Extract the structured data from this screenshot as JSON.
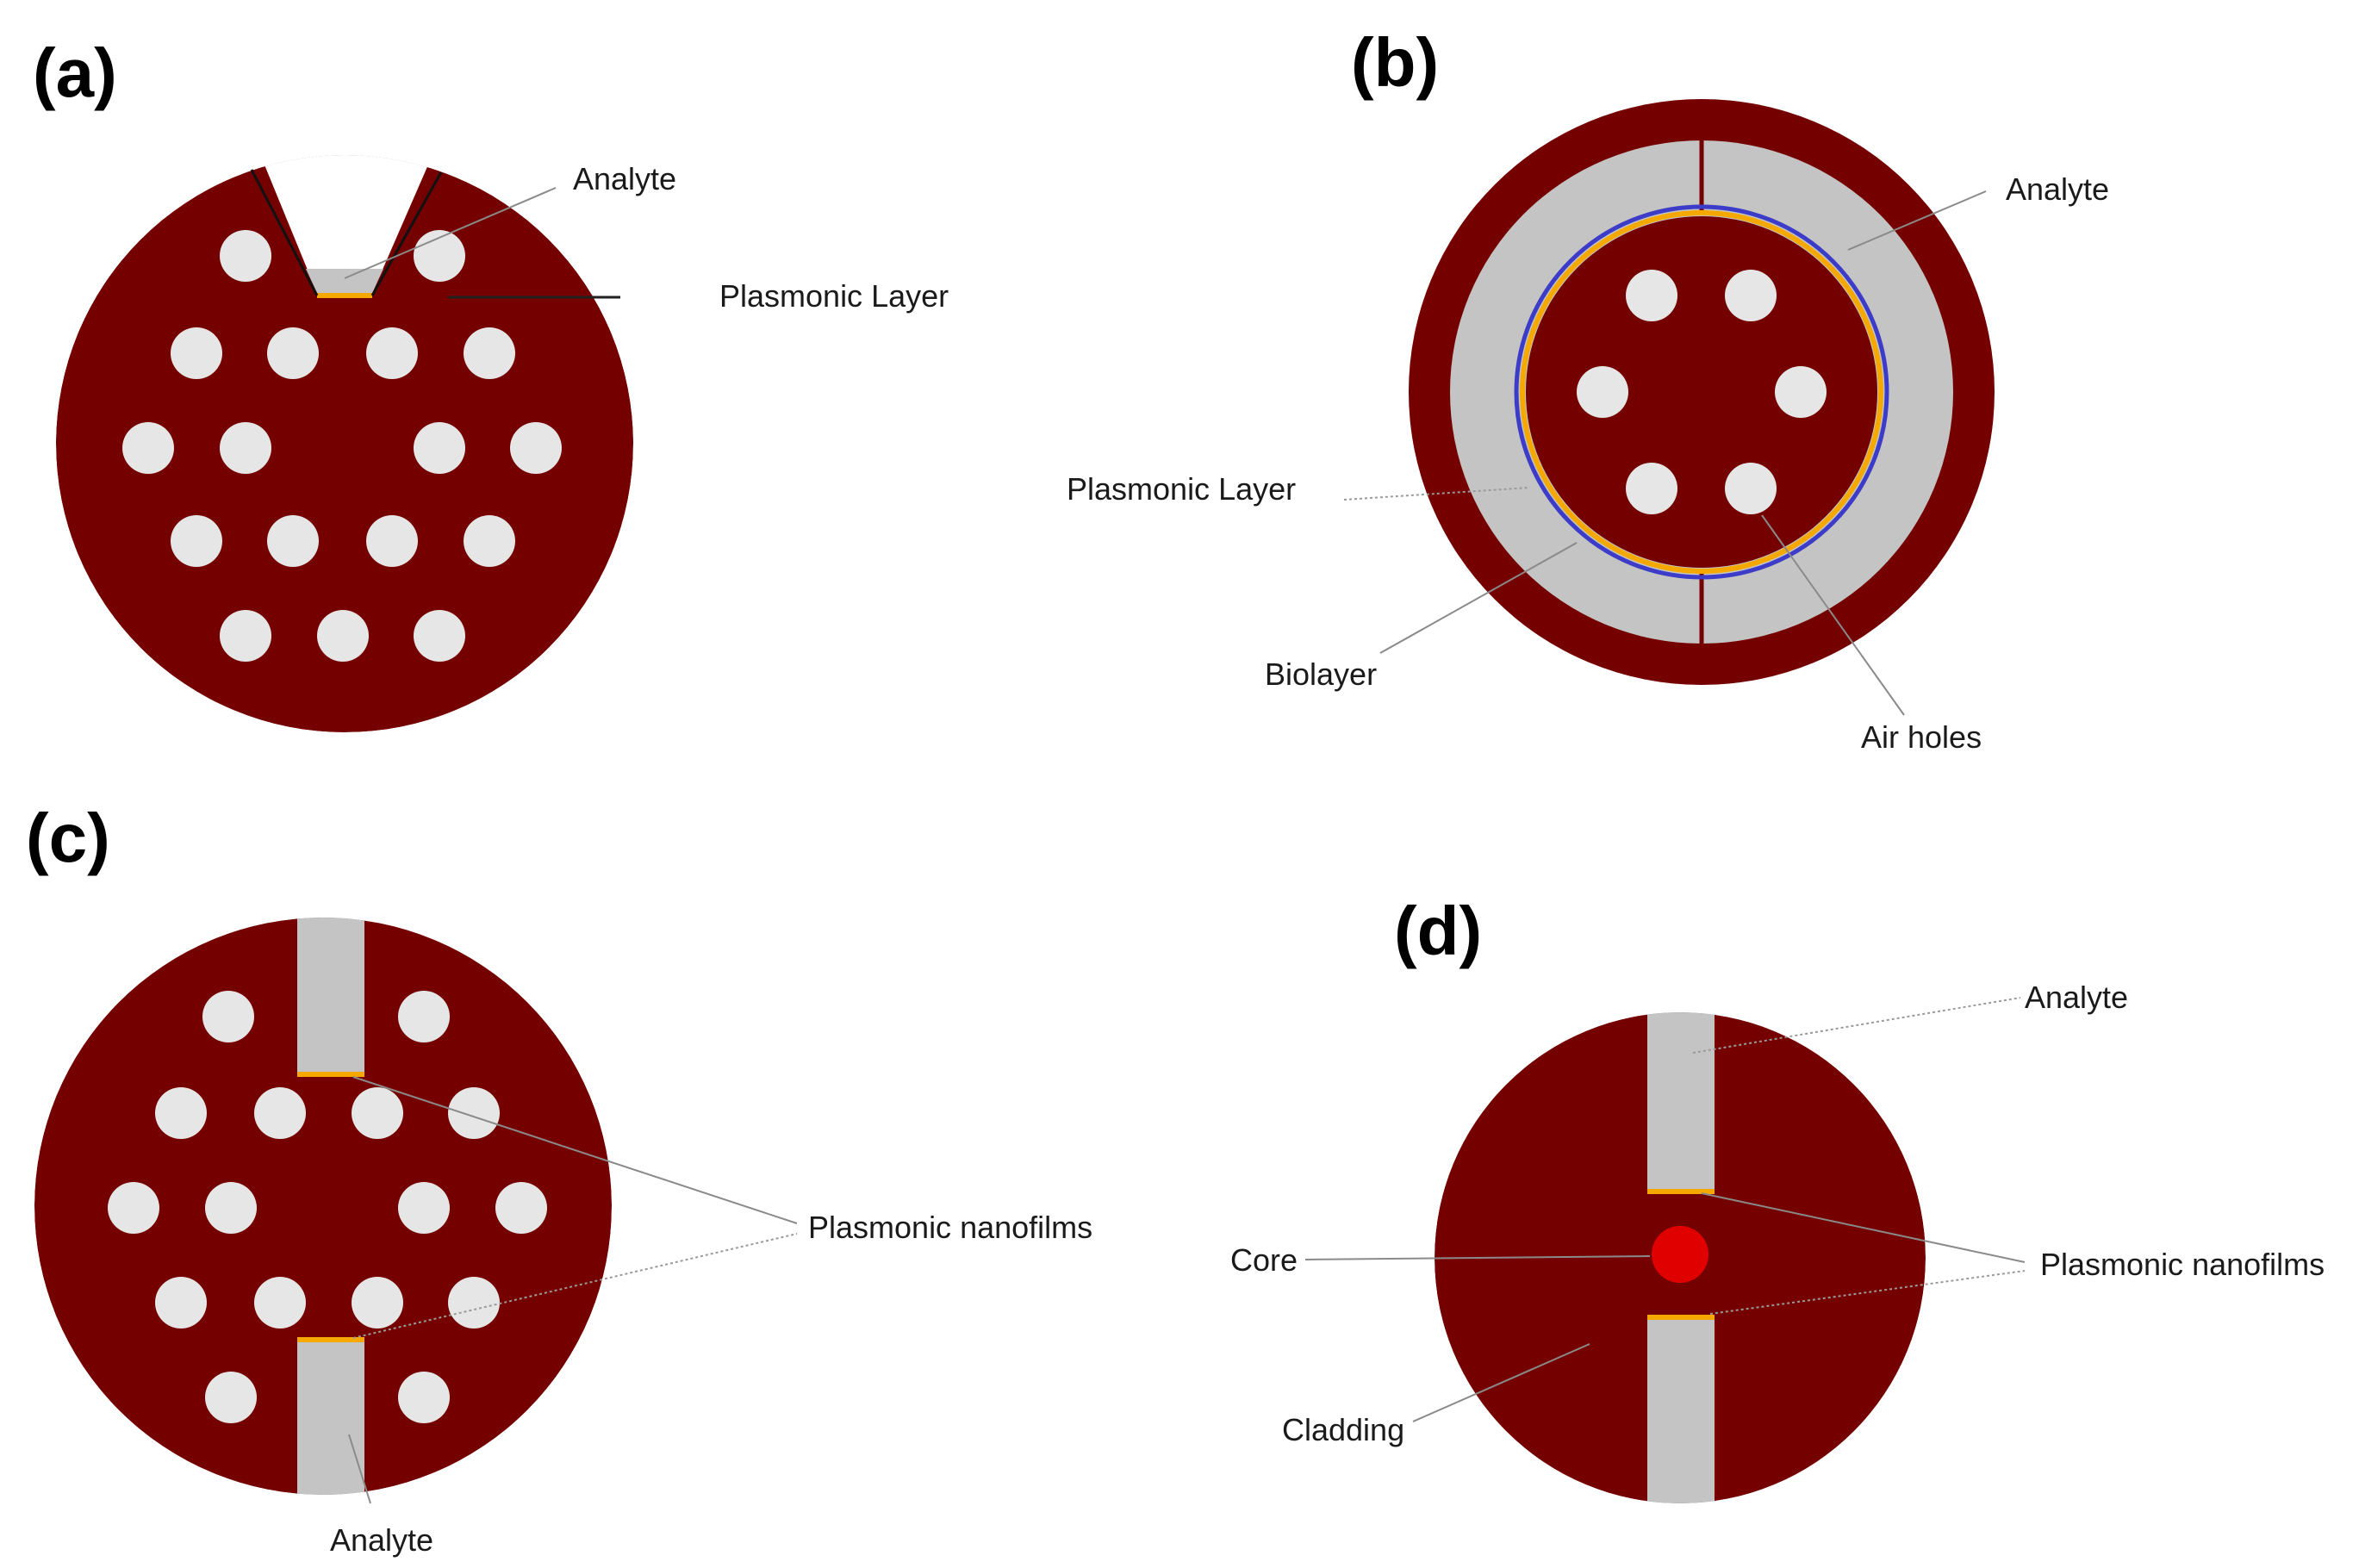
{
  "colors": {
    "cladding": "#750000",
    "air_hole": "#e6e6e6",
    "analyte": "#c4c4c4",
    "plasmonic": "#f5a800",
    "biolayer": "#3c3cc8",
    "core": "#e00000"
  },
  "panels": {
    "a": {
      "label": "(a)",
      "annotations": {
        "analyte": "Analyte",
        "plasmonic_layer": "Plasmonic Layer"
      }
    },
    "b": {
      "label": "(b)",
      "annotations": {
        "analyte": "Analyte",
        "plasmonic_layer": "Plasmonic Layer",
        "biolayer": "Biolayer",
        "air_holes": "Air holes"
      }
    },
    "c": {
      "label": "(c)",
      "annotations": {
        "plasmonic_nanofilms": "Plasmonic nanofilms",
        "analyte": "Analyte"
      }
    },
    "d": {
      "label": "(d)",
      "annotations": {
        "analyte": "Analyte",
        "core": "Core",
        "plasmonic_nanofilms": "Plasmonic nanofilms",
        "cladding": "Cladding"
      }
    }
  }
}
